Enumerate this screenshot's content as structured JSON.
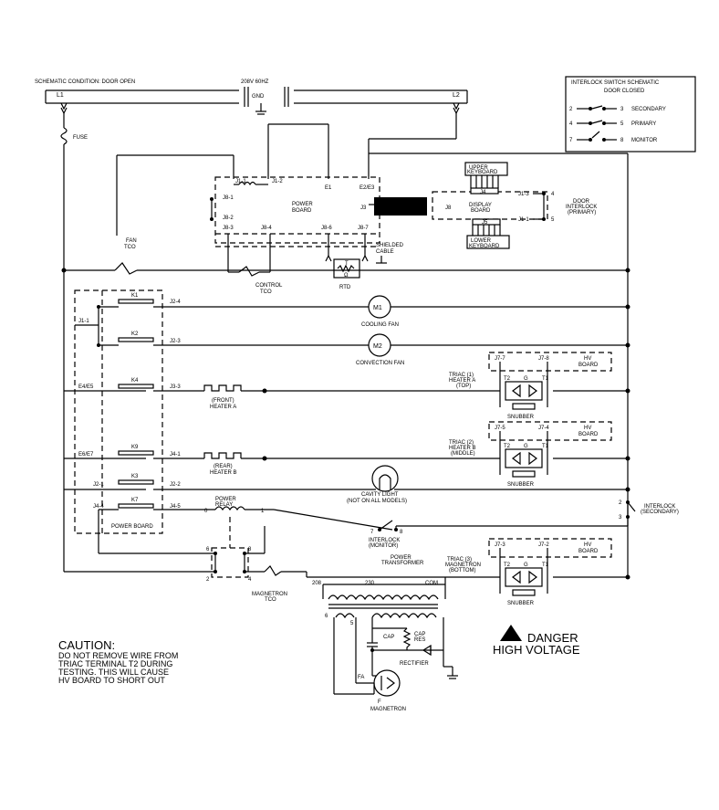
{
  "header": {
    "condition": "SCHEMATIC CONDITION: DOOR OPEN",
    "supply": "208V 60HZ",
    "gnd": "GND",
    "l1": "L1",
    "l2": "L2"
  },
  "legend": {
    "title1": "INTERLOCK SWITCH SCHEMATIC",
    "title2": "DOOR CLOSED",
    "rows": [
      {
        "a": "2",
        "b": "3",
        "name": "SECONDARY"
      },
      {
        "a": "4",
        "b": "5",
        "name": "PRIMARY"
      },
      {
        "a": "7",
        "b": "8",
        "name": "MONITOR"
      }
    ]
  },
  "labels": {
    "fuse": "FUSE",
    "j11": "J1-1",
    "j12": "J1-2",
    "e1": "E1",
    "e2e3": "E2/E3",
    "j81": "J8-1",
    "j82": "J8-2",
    "j83": "J8-3",
    "j84": "J8-4",
    "j86": "J8-6",
    "j87": "J8-7",
    "power_board1": "POWER",
    "power_board2": "BOARD",
    "upper_kb1": "UPPER",
    "upper_kb2": "KEYBOARD",
    "lower_kb1": "LOWER",
    "lower_kb2": "KEYBOARD",
    "j4": "J4",
    "j5": "J5",
    "j3": "J3",
    "j8": "J8",
    "display1": "DISPLAY",
    "display2": "BOARD",
    "j13": "J1-3",
    "j11b": "J1-1",
    "n4": "4",
    "n5": "5",
    "door1": "DOOR",
    "door2": "INTERLOCK",
    "door3": "(PRIMARY)",
    "fan_tco1": "FAN",
    "fan_tco2": "TCO",
    "shield1": "SHIELDED",
    "shield2": "CABLE",
    "ctrl1": "CONTROL",
    "ctrl2": "TCO",
    "rtd": "RTD",
    "rtd_t": "T",
    "rtd_o": "Ω",
    "k1": "K1",
    "k2": "K2",
    "k4": "K4",
    "k9": "K9",
    "k3": "K3",
    "k7": "K7",
    "j11c": "J1-1",
    "j24": "J2-4",
    "j23": "J2-3",
    "j33": "J3-3",
    "j41": "J4-1",
    "e4e5": "E4/E5",
    "e6e7": "E6/E7",
    "j21": "J2-1",
    "j22": "J2-2",
    "j44": "J4-4",
    "j45": "J4-5",
    "m1": "M1",
    "m2": "M2",
    "cooling_fan": "COOLING FAN",
    "convection_fan": "CONVECTION FAN",
    "heater_a1": "(FRONT)",
    "heater_a2": "HEATER A",
    "heater_b1": "(REAR)",
    "heater_b2": "HEATER B",
    "j77": "J7-7",
    "j78": "J7-8",
    "j75": "J7-5",
    "j74": "J7-4",
    "j73": "J7-3",
    "j72": "J7-2",
    "hv1": "HV",
    "hv2": "BOARD",
    "triac1a": "TRIAC (1)",
    "triac1b": "HEATER A",
    "triac1c": "(TOP)",
    "triac2a": "TRIAC (2)",
    "triac2b": "HEATER B",
    "triac2c": "(MIDDLE)",
    "triac3a": "TRIAC (3)",
    "triac3b": "MAGNETRON",
    "triac3c": "(BOTTOM)",
    "t2": "T2",
    "t1": "T1",
    "g": "G",
    "snubber": "SNUBBER",
    "cavity1": "CAVITY LIGHT",
    "cavity2": "(NOT ON ALL MODELS)",
    "power_relay1": "POWER",
    "power_relay2": "RELAY",
    "r0": "0",
    "r1": "1",
    "pboard": "POWER BOARD",
    "n7": "7",
    "n8": "8",
    "int_mon1": "INTERLOCK",
    "int_mon2": "(MONITOR)",
    "n2": "2",
    "n3": "3",
    "int_sec1": "INTERLOCK",
    "int_sec2": "(SECONDARY)",
    "n6": "6",
    "n8b": "8",
    "n2b": "2",
    "n4b": "4",
    "mag_tco1": "MAGNETRON",
    "mag_tco2": "TCO",
    "pt1": "POWER",
    "pt2": "TRANSFORMER",
    "v208": "208",
    "v230": "230",
    "com": "COM",
    "s6": "6",
    "s5": "5",
    "cap": "CAP",
    "capres1": "CAP",
    "capres2": "RES",
    "rectifier": "RECTIFIER",
    "fa": "FA",
    "f": "F",
    "magnetron": "MAGNETRON"
  },
  "caution": {
    "title": "CAUTION:",
    "lines": [
      "DO NOT REMOVE WIRE FROM",
      "TRIAC TERMINAL T2 DURING",
      "TESTING. THIS WILL CAUSE",
      "HV BOARD TO SHORT OUT"
    ]
  },
  "danger": {
    "line1": "DANGER",
    "line2": "HIGH VOLTAGE"
  }
}
